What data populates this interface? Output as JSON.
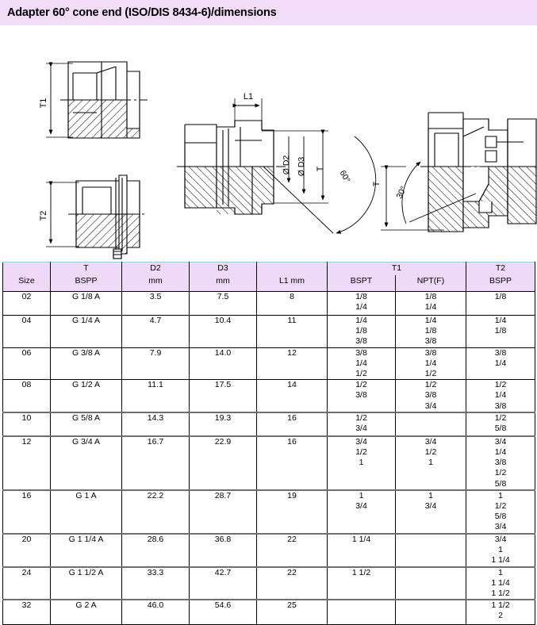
{
  "title": "Adapter 60° cone end (ISO/DIS 8434-6)/dimensions",
  "theme": {
    "title_bg": "#f2dcf7",
    "header_bg": "#f0d9f8",
    "header_top_rule": "#8fd4e8",
    "rule": "#000000",
    "thick_rule": "#6f6f6f"
  },
  "drawings": {
    "view_top_left": {
      "name": "adapter-section-t1",
      "labels": [
        "T1"
      ]
    },
    "view_bottom_left": {
      "name": "adapter-section-t2",
      "labels": [
        "T2"
      ]
    },
    "view_center": {
      "name": "adapter-section-dimensions",
      "labels": [
        "L1",
        "Ø D2",
        "Ø D3",
        "T",
        "60°"
      ]
    },
    "view_right": {
      "name": "adapter-assembly-section",
      "labels": [
        "T",
        "30°"
      ]
    }
  },
  "table": {
    "header": {
      "size": "Size",
      "t_group": "T",
      "t_sub": "BSPP",
      "d2": "D2",
      "d2_unit": "mm",
      "d3": "D3",
      "d3_unit": "mm",
      "l1": "L1 mm",
      "t1_group": "T1",
      "t1_bspt": "BSPT",
      "t1_npt": "NPT(F)",
      "t2_group": "T2",
      "t2_sub": "BSPP"
    },
    "rows": [
      {
        "size": "02",
        "t": "G 1/8 A",
        "d2": "3.5",
        "d3": "7.5",
        "l1": "8",
        "bspt": [
          "1/8",
          "1/4"
        ],
        "npt": [
          "1/8",
          "1/4"
        ],
        "t2": [
          "1/8"
        ],
        "thick_top": false
      },
      {
        "size": "04",
        "t": "G 1/4 A",
        "d2": "4.7",
        "d3": "10.4",
        "l1": "11",
        "bspt": [
          "1/4",
          "1/8",
          "3/8"
        ],
        "npt": [
          "1/4",
          "1/8",
          "3/8"
        ],
        "t2": [
          "1/4",
          "1/8"
        ],
        "thick_top": false
      },
      {
        "size": "06",
        "t": "G 3/8 A",
        "d2": "7.9",
        "d3": "14.0",
        "l1": "12",
        "bspt": [
          "3/8",
          "1/4",
          "1/2"
        ],
        "npt": [
          "3/8",
          "1/4",
          "1/2"
        ],
        "t2": [
          "3/8",
          "1/4"
        ],
        "thick_top": false
      },
      {
        "size": "08",
        "t": "G 1/2 A",
        "d2": "11.1",
        "d3": "17.5",
        "l1": "14",
        "bspt": [
          "1/2",
          "3/8"
        ],
        "npt": [
          "1/2",
          "3/8",
          "3/4"
        ],
        "t2": [
          "1/2",
          "1/4",
          "3/8"
        ],
        "thick_top": false
      },
      {
        "size": "10",
        "t": "G 5/8 A",
        "d2": "14.3",
        "d3": "19.3",
        "l1": "16",
        "bspt": [
          "1/2",
          "3/4"
        ],
        "npt": [],
        "t2": [
          "1/2",
          "5/8"
        ],
        "thick_top": true
      },
      {
        "size": "12",
        "t": "G 3/4 A",
        "d2": "16.7",
        "d3": "22.9",
        "l1": "16",
        "bspt": [
          "3/4",
          "1/2",
          "1"
        ],
        "npt": [
          "3/4",
          "1/2",
          "1"
        ],
        "t2": [
          "3/4",
          "1/4",
          "3/8",
          "1/2",
          "5/8"
        ],
        "thick_top": true
      },
      {
        "size": "16",
        "t": "G 1 A",
        "d2": "22.2",
        "d3": "28.7",
        "l1": "19",
        "bspt": [
          "1",
          "3/4"
        ],
        "npt": [
          "1",
          "3/4"
        ],
        "t2": [
          "1",
          "1/2",
          "5/8",
          "3/4"
        ],
        "thick_top": true
      },
      {
        "size": "20",
        "t": "G 1 1/4 A",
        "d2": "28.6",
        "d3": "36.8",
        "l1": "22",
        "bspt": [
          "1 1/4"
        ],
        "npt": [],
        "t2": [
          "3/4",
          "1",
          "1 1/4"
        ],
        "thick_top": true
      },
      {
        "size": "24",
        "t": "G 1 1/2 A",
        "d2": "33.3",
        "d3": "42.7",
        "l1": "22",
        "bspt": [
          "1 1/2"
        ],
        "npt": [],
        "t2": [
          "1",
          "1 1/4",
          "1 1/2"
        ],
        "thick_top": true
      },
      {
        "size": "32",
        "t": "G 2 A",
        "d2": "46.0",
        "d3": "54.6",
        "l1": "25",
        "bspt": [],
        "npt": [],
        "t2": [
          "1 1/2",
          "2"
        ],
        "thick_top": true
      }
    ]
  }
}
